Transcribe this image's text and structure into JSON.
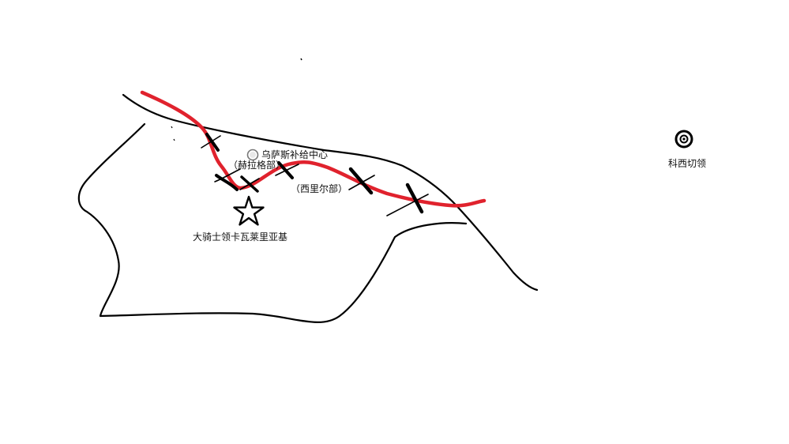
{
  "labels": {
    "supply_center": "乌萨斯补给中心",
    "tribe_hela": "（赫拉格部）",
    "tribe_siri": "（西里尔部）",
    "grand_knight": "大骑士领卡瓦莱里亚基",
    "kazimierz_west": "科西切领"
  },
  "colors": {
    "front_line": "#e0222d",
    "outline": "#000000",
    "background": "#ffffff",
    "text": "#111111"
  },
  "icons": {
    "supply_center": "circle-marker-icon",
    "grand_knight": "star-icon",
    "kazimierz_west": "target-icon",
    "crossings": "cross-mark-icon"
  }
}
